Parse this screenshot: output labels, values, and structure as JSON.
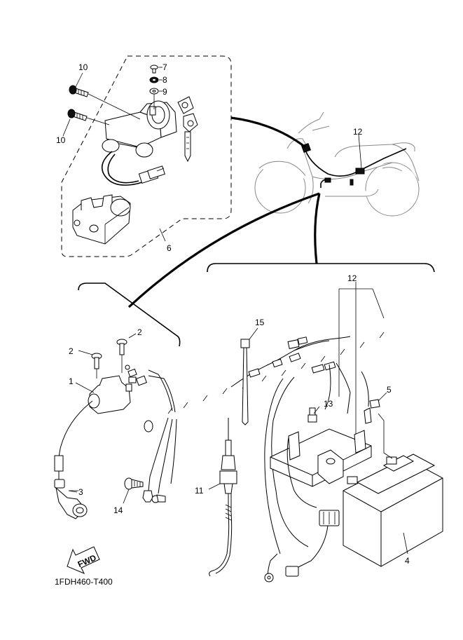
{
  "callouts": {
    "c1": "1",
    "c2a": "2",
    "c2b": "2",
    "c3": "3",
    "c4": "4",
    "c5": "5",
    "c6": "6",
    "c7": "7",
    "c8": "8",
    "c9": "9",
    "c10a": "10",
    "c10b": "10",
    "c11": "11",
    "c12a": "12",
    "c12b": "12",
    "c13": "13",
    "c14": "14",
    "c15": "15"
  },
  "fwd_label": "FWD",
  "diagram_code": "1FDH460-T400"
}
